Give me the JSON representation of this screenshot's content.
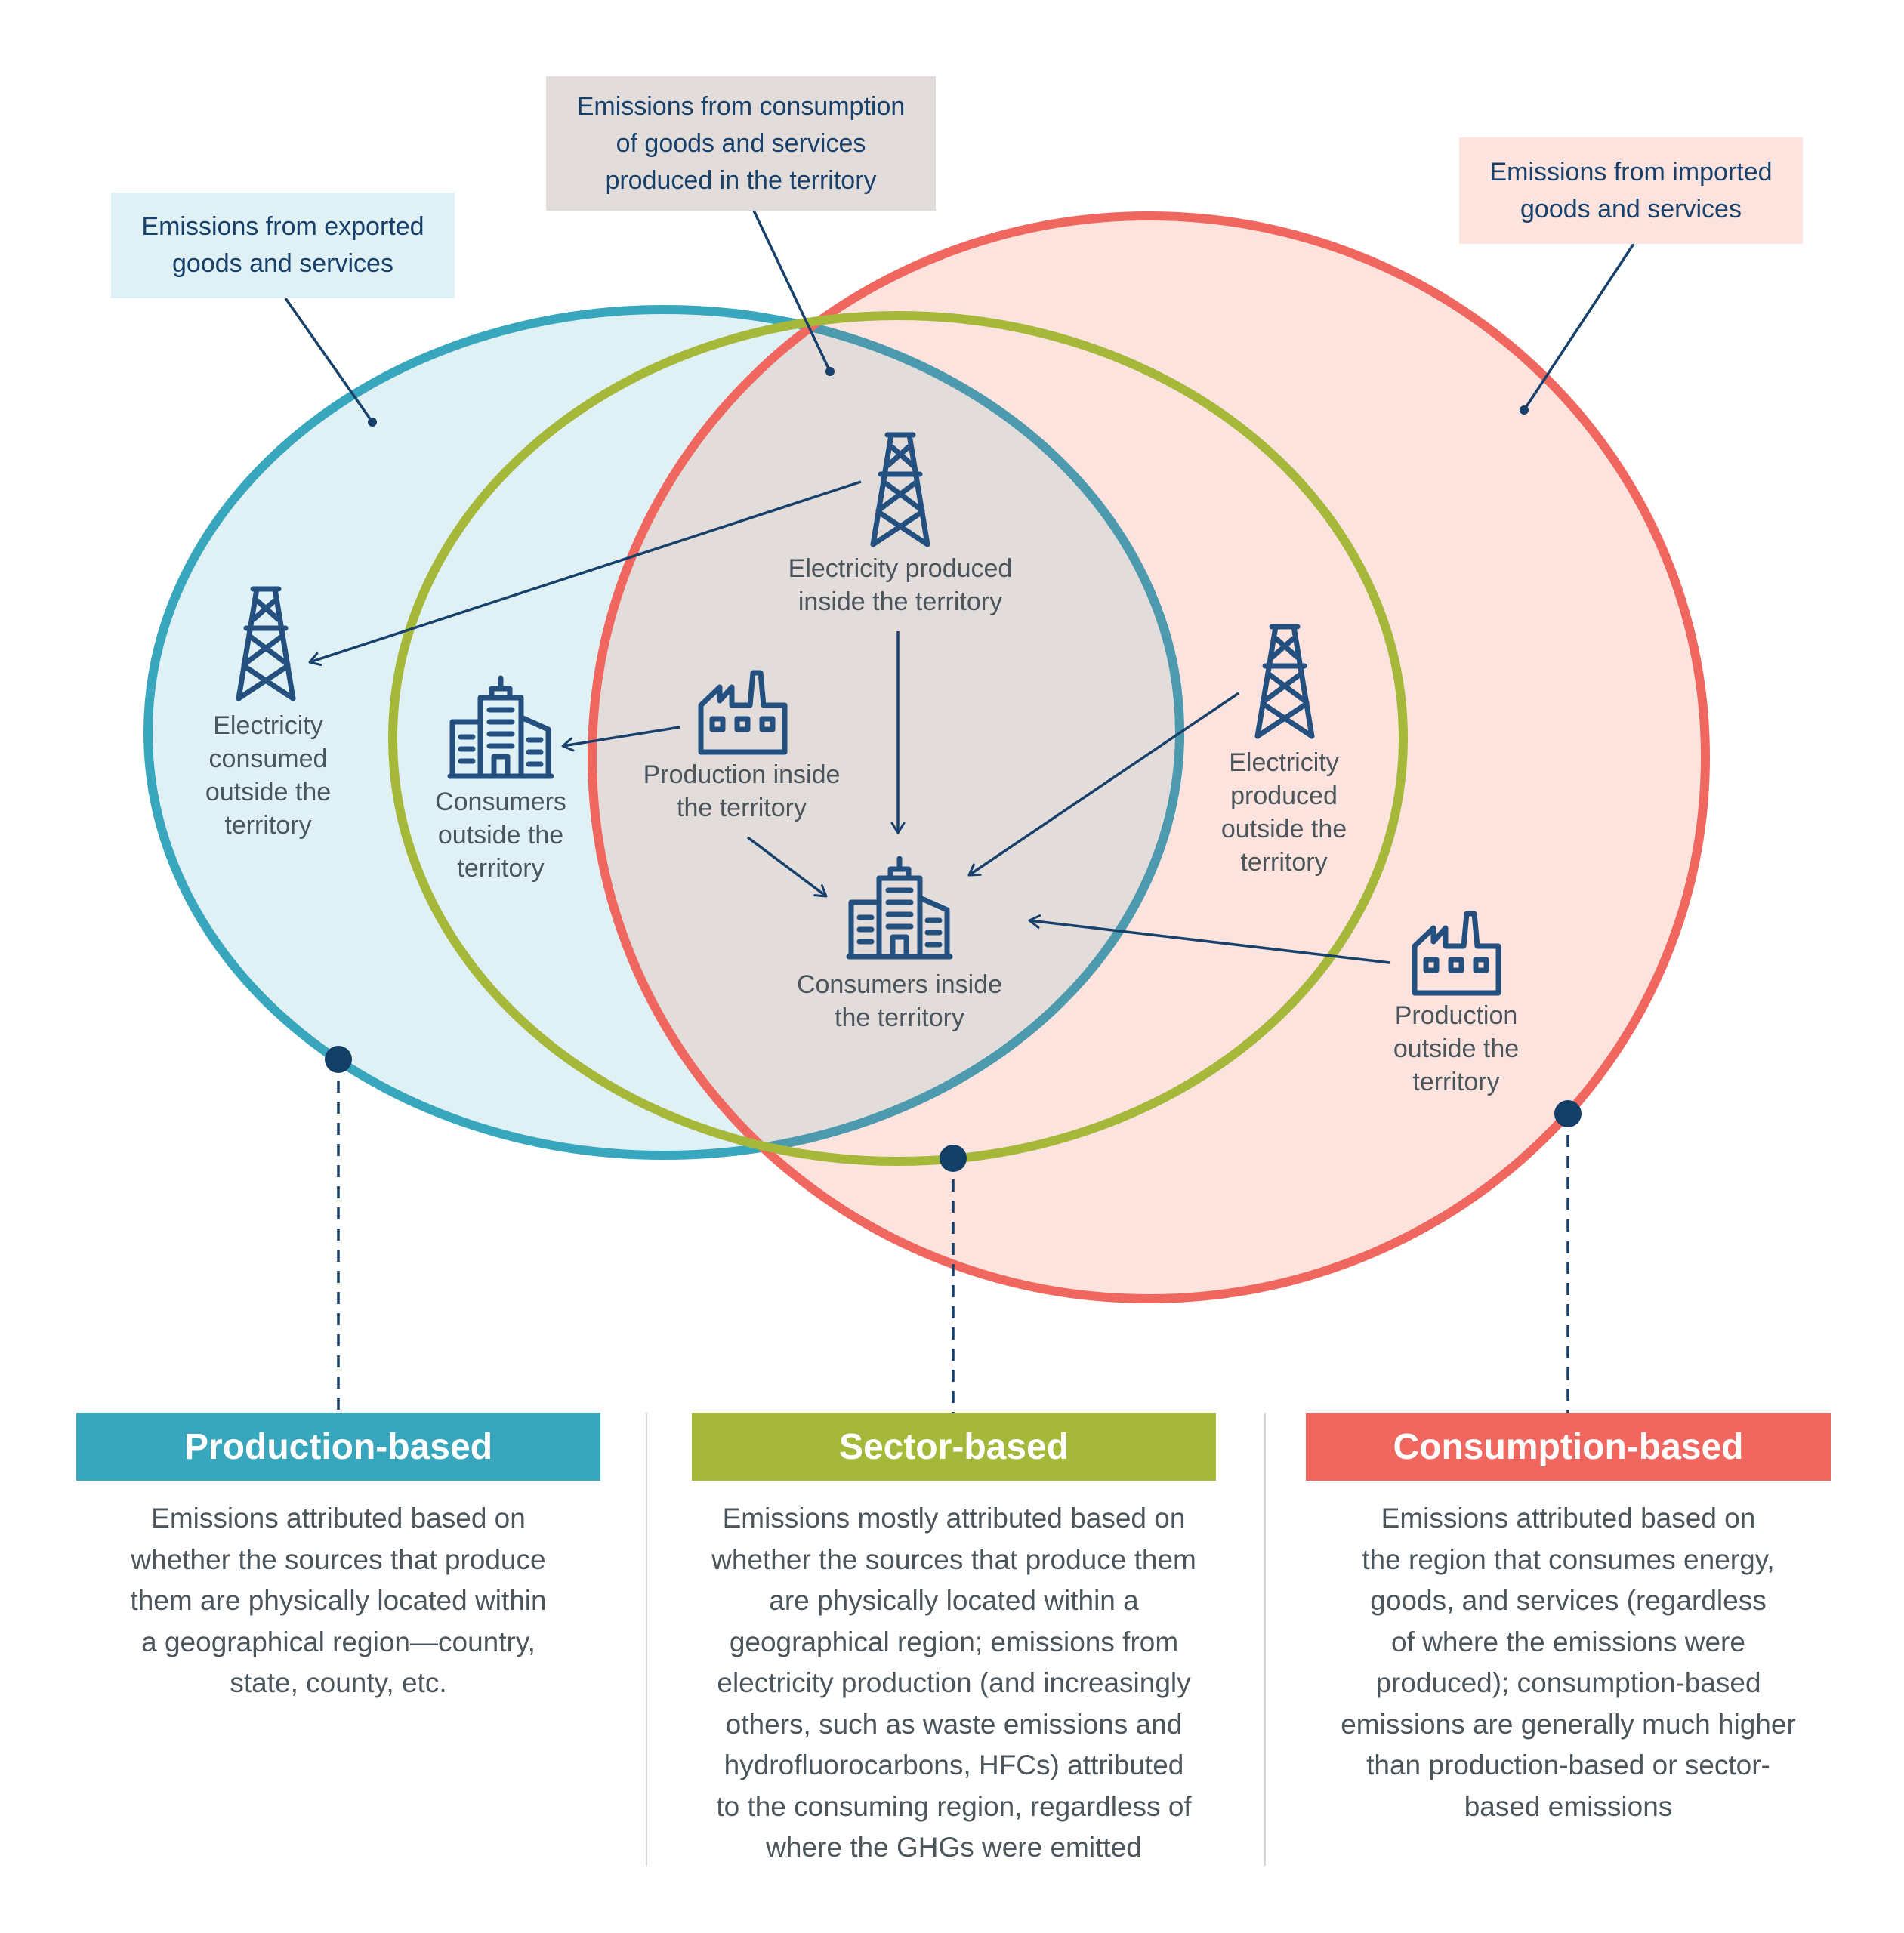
{
  "colors": {
    "production": "#38a6bd",
    "sector": "#a5b83a",
    "consumption": "#f0675f",
    "production_fill": "#e0f1f6",
    "consumption_fill": "#fde3dd",
    "overlap_fill": "#e2dcdb",
    "icon": "#24507f",
    "leader": "#17406a"
  },
  "callouts": {
    "exported": {
      "lines": [
        "Emissions from exported",
        "goods and services"
      ]
    },
    "domestic": {
      "lines": [
        "Emissions from consumption",
        "of goods and services",
        "produced in the territory"
      ]
    },
    "imported": {
      "lines": [
        "Emissions from imported",
        "goods and services"
      ]
    }
  },
  "nodes": {
    "elec_inside": {
      "icon": "power-tower-icon",
      "lines": [
        "Electricity produced",
        "inside the territory"
      ]
    },
    "elec_consumed_outside": {
      "icon": "power-tower-icon",
      "lines": [
        "Electricity",
        "consumed",
        "outside the",
        "territory"
      ]
    },
    "consumers_outside": {
      "icon": "building-icon",
      "lines": [
        "Consumers",
        "outside the",
        "territory"
      ]
    },
    "production_inside": {
      "icon": "factory-icon",
      "lines": [
        "Production inside",
        "the territory"
      ]
    },
    "consumers_inside": {
      "icon": "building-icon",
      "lines": [
        "Consumers inside",
        "the territory"
      ]
    },
    "elec_outside": {
      "icon": "power-tower-icon",
      "lines": [
        "Electricity",
        "produced",
        "outside the",
        "territory"
      ]
    },
    "production_outside": {
      "icon": "factory-icon",
      "lines": [
        "Production",
        "outside the",
        "territory"
      ]
    }
  },
  "flows": [
    {
      "from": "Electricity produced inside the territory",
      "to": "Electricity consumed outside the territory"
    },
    {
      "from": "Production inside the territory",
      "to": "Consumers outside the territory"
    },
    {
      "from": "Electricity produced inside the territory",
      "to": "Consumers inside the territory"
    },
    {
      "from": "Production inside the territory",
      "to": "Consumers inside the territory"
    },
    {
      "from": "Electricity produced outside the territory",
      "to": "Consumers inside the territory"
    },
    {
      "from": "Production outside the territory",
      "to": "Consumers inside the territory"
    }
  ],
  "methods": [
    {
      "title": "Production-based",
      "lines": [
        "Emissions attributed based on",
        "whether the sources that produce",
        "them are physically located within",
        "a geographical region—country,",
        "state, county, etc."
      ]
    },
    {
      "title": "Sector-based",
      "lines": [
        "Emissions mostly attributed based on",
        "whether the sources that produce them",
        "are physically located within a",
        "geographical region; emissions from",
        "electricity production (and increasingly",
        "others, such as waste emissions and",
        "hydrofluorocarbons, HFCs) attributed",
        "to the consuming region, regardless of",
        "where the GHGs were emitted"
      ]
    },
    {
      "title": "Consumption-based",
      "lines": [
        "Emissions attributed based on",
        "the region that consumes energy,",
        "goods, and services (regardless",
        "of where the emissions were",
        "produced); consumption-based",
        "emissions are generally much higher",
        "than production-based or sector-",
        "based emissions"
      ]
    }
  ]
}
